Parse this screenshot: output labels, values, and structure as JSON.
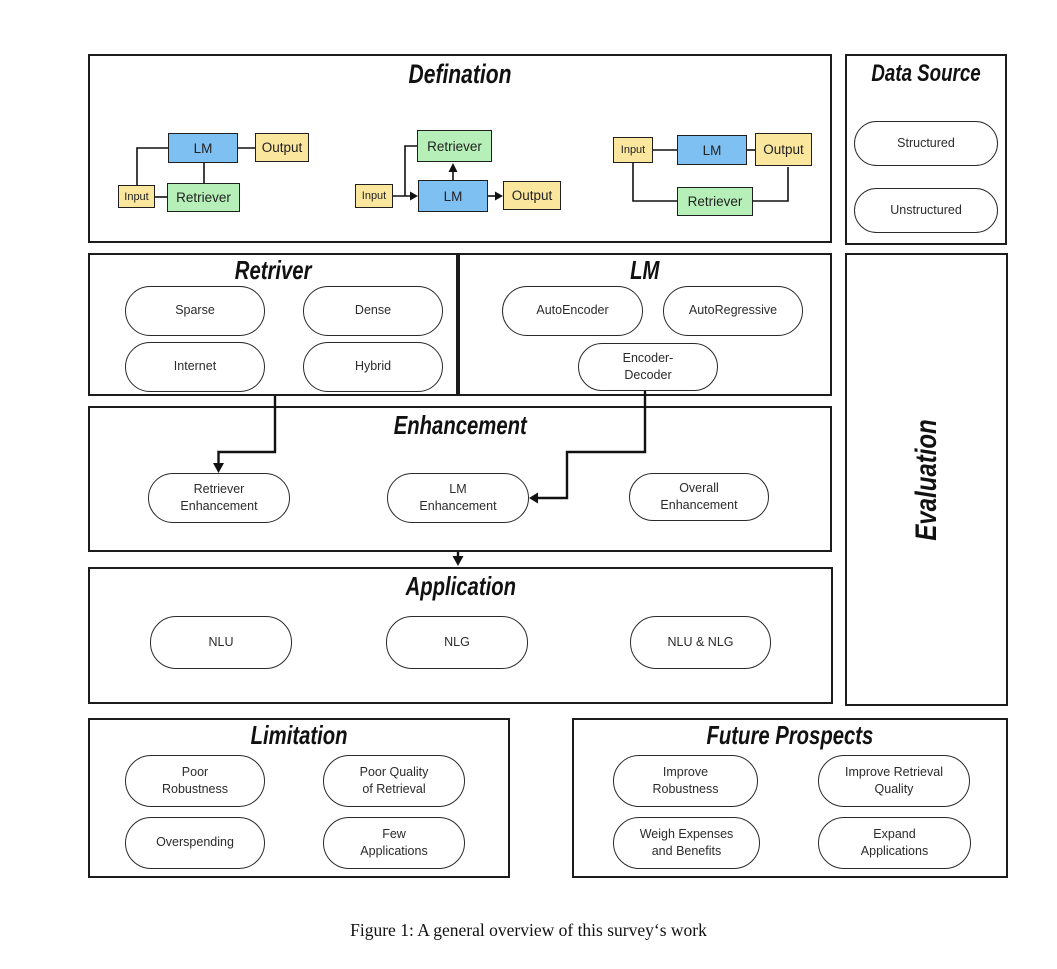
{
  "caption": "Figure 1: A general overview of this survey‘s work",
  "colors": {
    "lm_blue": "#7EC0F2",
    "io_yellow": "#FBE69E",
    "retriever_green": "#B7EFB8"
  },
  "sections": {
    "defination": {
      "title": "Defination",
      "diagrams": [
        {
          "input": "Input",
          "lm": "LM",
          "retriever": "Retriever",
          "output": "Output"
        },
        {
          "input": "Input",
          "lm": "LM",
          "retriever": "Retriever",
          "output": "Output"
        },
        {
          "input": "Input",
          "lm": "LM",
          "retriever": "Retriever",
          "output": "Output"
        }
      ]
    },
    "data_source": {
      "title": "Data Source",
      "pills": [
        "Structured",
        "Unstructured"
      ]
    },
    "retriver": {
      "title": "Retriver",
      "pills": [
        "Sparse",
        "Dense",
        "Internet",
        "Hybrid"
      ]
    },
    "lm": {
      "title": "LM",
      "pills": [
        "AutoEncoder",
        "AutoRegressive",
        "Encoder-\nDecoder"
      ]
    },
    "evaluation": {
      "title": "Evaluation"
    },
    "enhancement": {
      "title": "Enhancement",
      "pills": [
        "Retriever\nEnhancement",
        "LM\nEnhancement",
        "Overall\nEnhancement"
      ]
    },
    "application": {
      "title": "Application",
      "pills": [
        "NLU",
        "NLG",
        "NLU & NLG"
      ]
    },
    "limitation": {
      "title": "Limitation",
      "pills": [
        "Poor\nRobustness",
        "Poor Quality\nof Retrieval",
        "Overspending",
        "Few\nApplications"
      ]
    },
    "future_prospects": {
      "title": "Future Prospects",
      "pills": [
        "Improve\nRobustness",
        "Improve Retrieval\nQuality",
        "Weigh Expenses\nand Benefits",
        "Expand\nApplications"
      ]
    }
  }
}
